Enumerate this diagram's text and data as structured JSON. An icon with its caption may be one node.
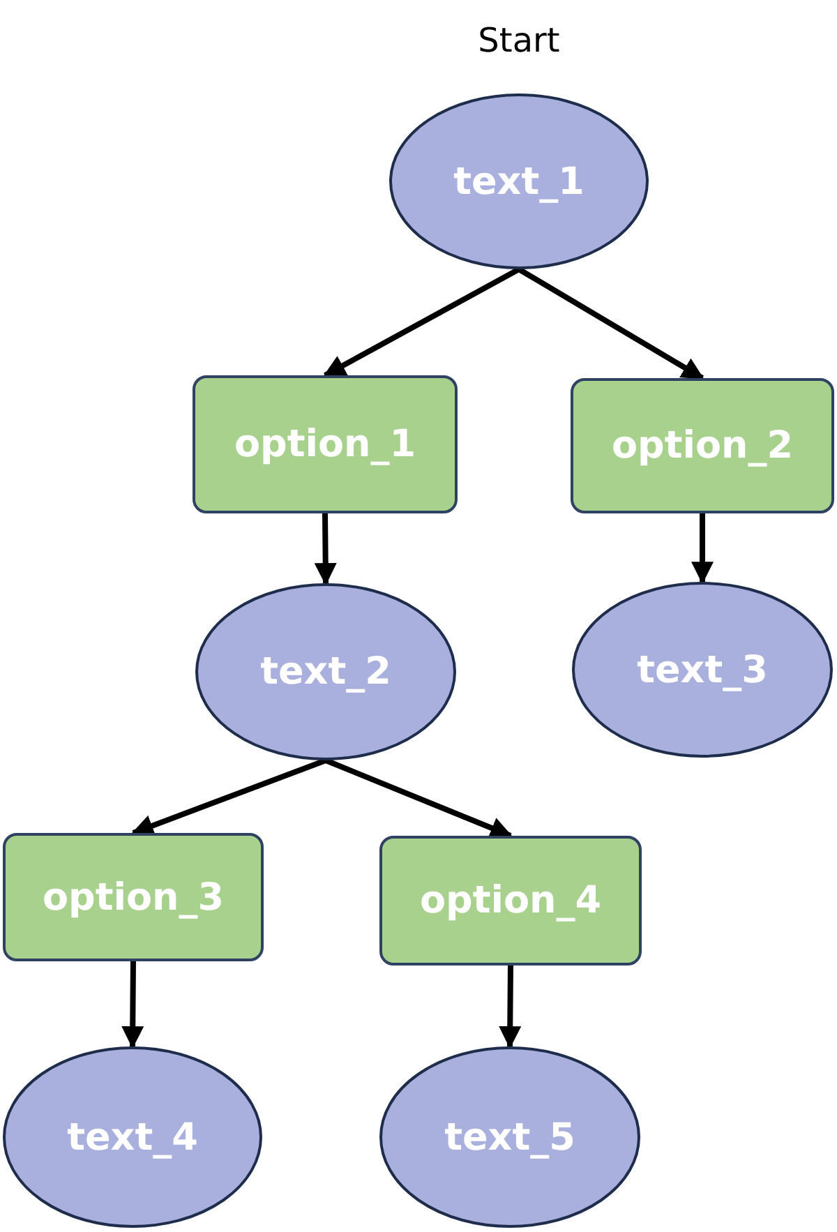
{
  "diagram": {
    "nodes": [
      {
        "text": [
          "text_1"
        ],
        "beside": [
          "Start"
        ]
      },
      {
        "text": [
          "option_1"
        ]
      },
      {
        "text": [
          "option_2"
        ]
      },
      {
        "text": [
          "text_2"
        ]
      },
      {
        "text": [
          "text_3"
        ]
      },
      {
        "text": [
          "option_3"
        ]
      },
      {
        "text": [
          "option_4"
        ]
      },
      {
        "text": [
          "text_4"
        ]
      },
      {
        "text": [
          "text_5"
        ]
      }
    ],
    "edges": [
      {
        "from": 0,
        "to": 1,
        "arrow": "to"
      },
      {
        "from": 0,
        "to": 2,
        "arrow": "to"
      },
      {
        "from": 1,
        "to": 3,
        "arrow": "to"
      },
      {
        "from": 2,
        "to": 4,
        "arrow": "to"
      },
      {
        "from": 3,
        "to": 5,
        "arrow": "to"
      },
      {
        "from": 3,
        "to": 6,
        "arrow": "to"
      },
      {
        "from": 5,
        "to": 7,
        "arrow": "to"
      },
      {
        "from": 6,
        "to": 8,
        "arrow": "to"
      }
    ]
  }
}
